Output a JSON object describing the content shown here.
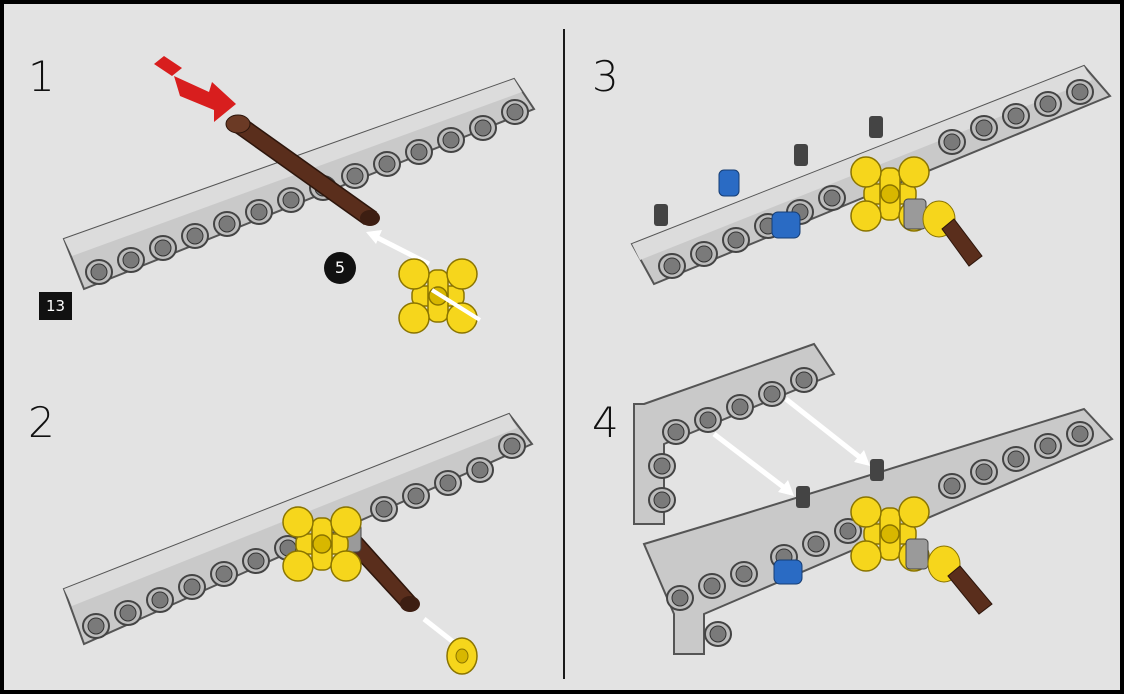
{
  "page": {
    "steps": [
      {
        "number": "1"
      },
      {
        "number": "2"
      },
      {
        "number": "3"
      },
      {
        "number": "4"
      }
    ],
    "part_count_badge": "13",
    "quantity_badge": "5"
  },
  "colors": {
    "beam": "#c9c9c9",
    "beam_edge": "#555555",
    "axle": "#5a2e1c",
    "connector": "#f6d61c",
    "pin": "#2a6bc4",
    "arrow": "#d81e1e",
    "background": "#e3e3e3"
  },
  "icons": [
    "red-insert-arrow-icon",
    "white-direction-arrow-icon"
  ]
}
